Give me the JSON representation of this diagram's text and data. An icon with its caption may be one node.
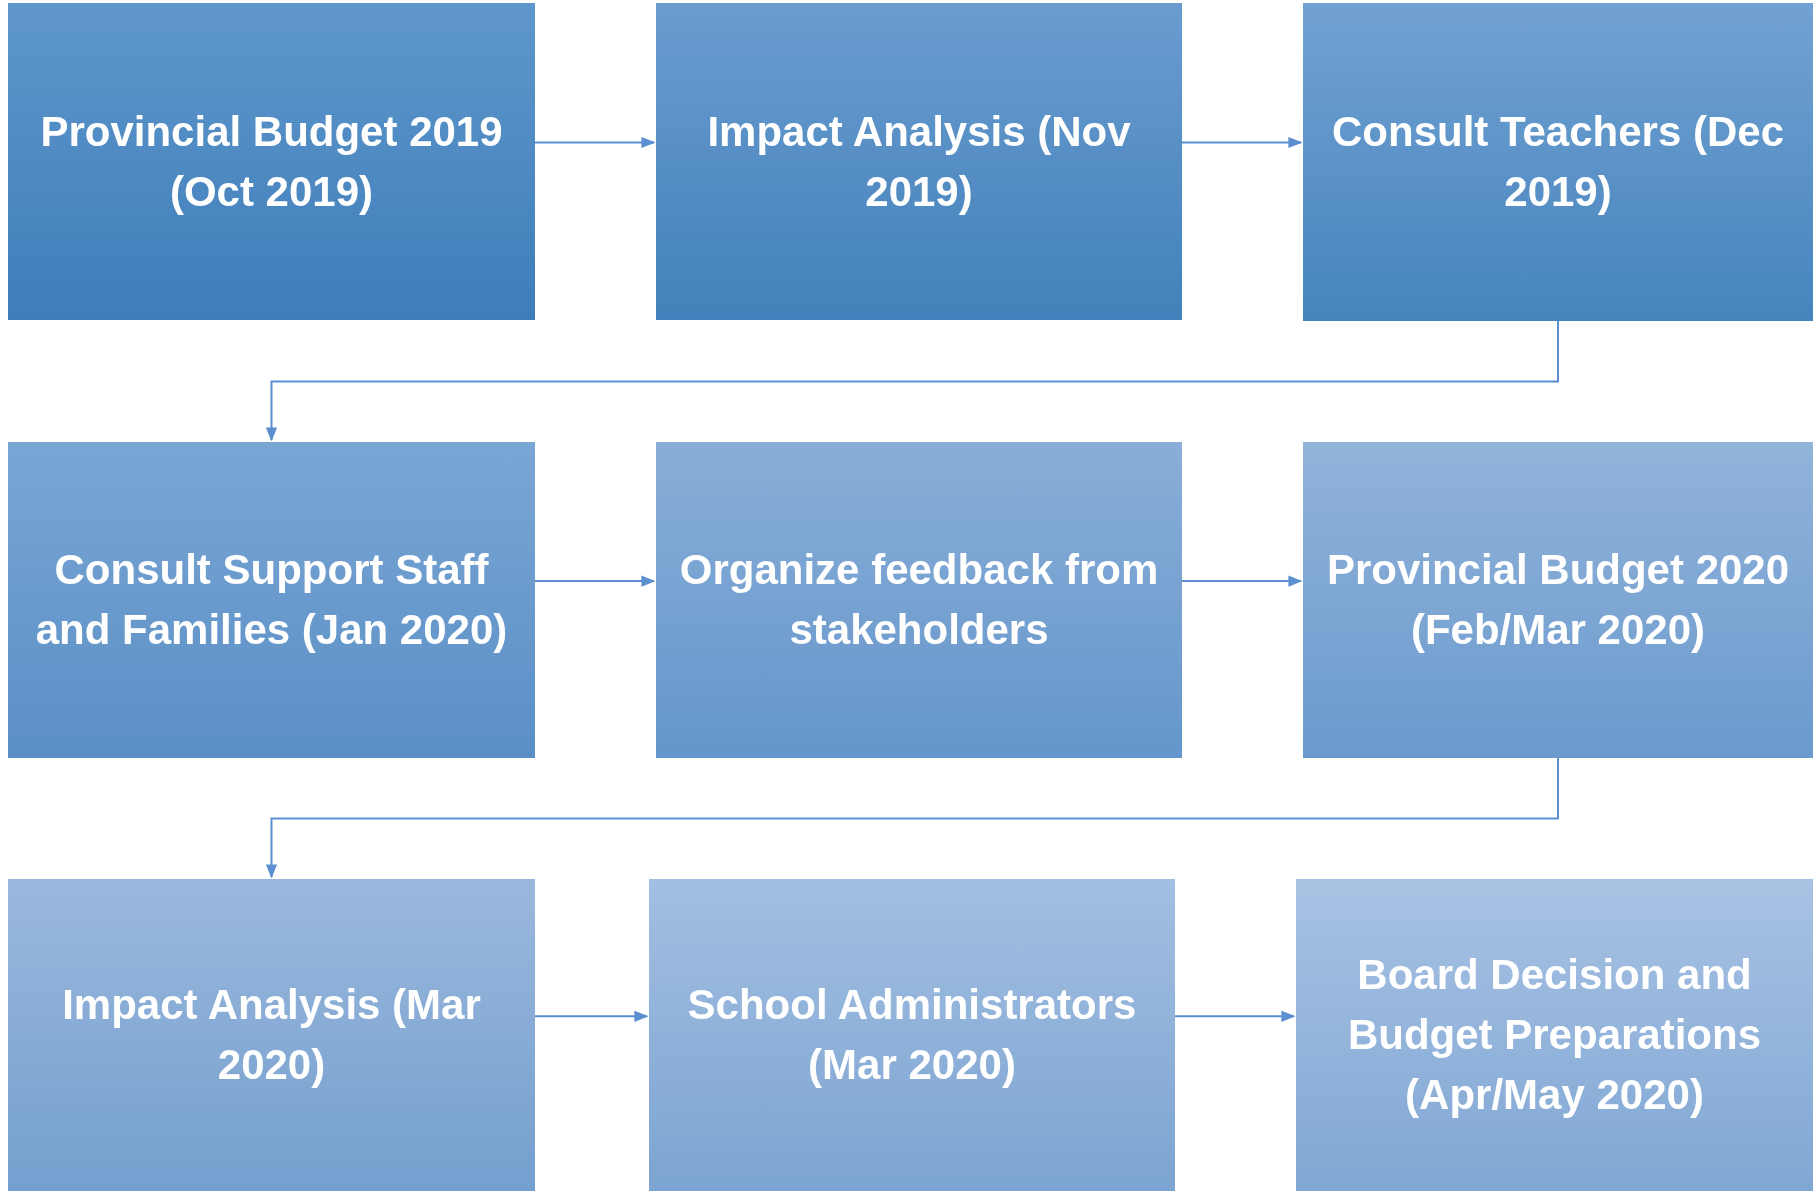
{
  "diagram": {
    "nodes": [
      {
        "text": [
          "Provincial Budget 2019 (Oct 2019)"
        ]
      },
      {
        "text": [
          "Impact Analysis (Nov 2019)"
        ]
      },
      {
        "text": [
          "Consult Teachers (Dec 2019)"
        ]
      },
      {
        "text": [
          "Consult Support Staff and Families (Jan 2020)"
        ]
      },
      {
        "text": [
          "Organize feedback from stakeholders"
        ]
      },
      {
        "text": [
          "Provincial Budget 2020 (Feb/Mar 2020)"
        ]
      },
      {
        "text": [
          "Impact Analysis (Mar 2020)"
        ]
      },
      {
        "text": [
          "School Administrators (Mar 2020)"
        ]
      },
      {
        "text": [
          "Board Decision and Budget Preparations (Apr/May 2020)"
        ]
      }
    ],
    "edges": [
      {
        "from": 0,
        "to": 1,
        "arrow": "to"
      },
      {
        "from": 1,
        "to": 2,
        "arrow": "to"
      },
      {
        "from": 2,
        "to": 3,
        "arrow": "to"
      },
      {
        "from": 3,
        "to": 4,
        "arrow": "to"
      },
      {
        "from": 4,
        "to": 5,
        "arrow": "to"
      },
      {
        "from": 5,
        "to": 6,
        "arrow": "to"
      },
      {
        "from": 6,
        "to": 7,
        "arrow": "to"
      },
      {
        "from": 7,
        "to": 8,
        "arrow": "to"
      }
    ]
  }
}
